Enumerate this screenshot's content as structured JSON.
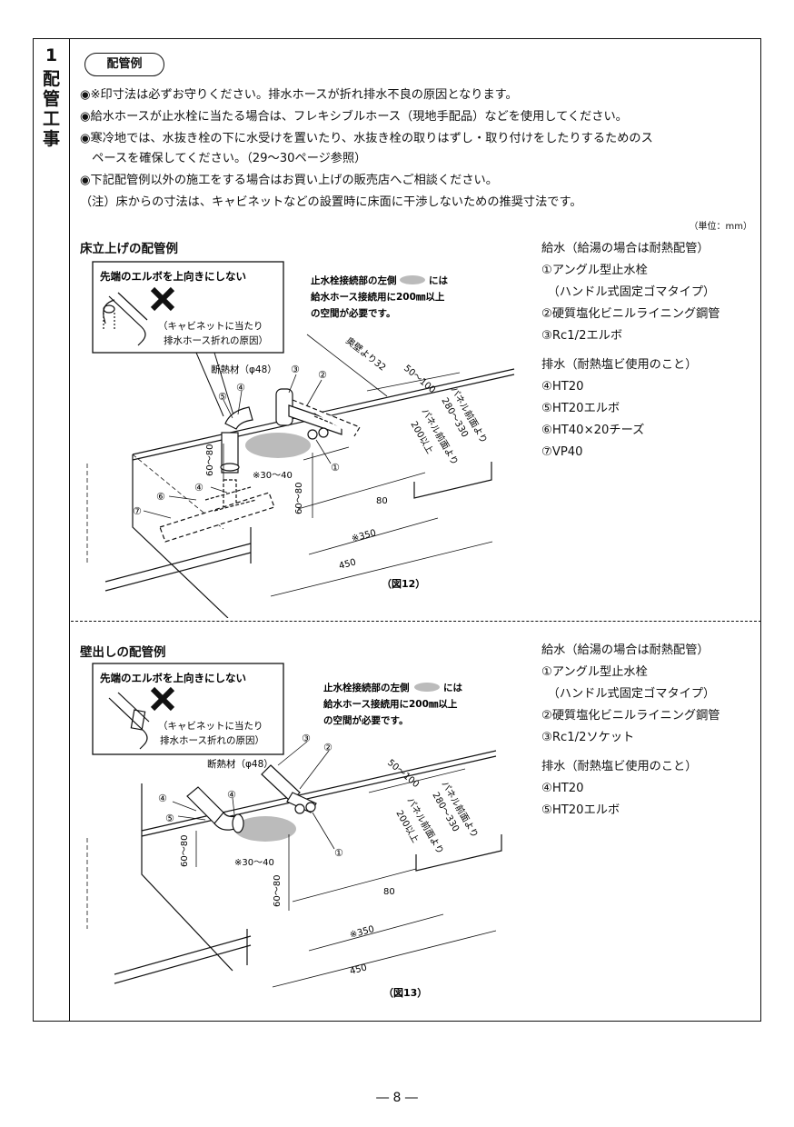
{
  "section": {
    "number": "1",
    "title_chars": [
      "配",
      "管",
      "工",
      "事"
    ]
  },
  "heading": "配管例",
  "notes": [
    "◉※印寸法は必ずお守りください。排水ホースが折れ排水不良の原因となります。",
    "◉給水ホースが止水栓に当たる場合は、フレキシブルホース（現地手配品）などを使用してください。",
    "◉寒冷地では、水抜き栓の下に水受けを置いたり、水抜き栓の取りはずし・取り付けをしたりするためのス",
    "　ペースを確保してください。（29～30ページ参照）",
    "◉下記配管例以外の施工をする場合はお買い上げの販売店へご相談ください。",
    "（注）床からの寸法は、キャビネットなどの設置時に床面に干渉しないための推奨寸法です。"
  ],
  "unit": "（単位：mm）",
  "fig12": {
    "title": "床立上げの配管例",
    "warning_title": "先端のエルボを上向きにしない",
    "warning_note": [
      "（キャビネットに当たり",
      "排水ホース折れの原因）"
    ],
    "space_note": [
      "止水栓接続部の左側",
      "には",
      "給水ホース接続用に200㎜以上",
      "の空間が必要です。"
    ],
    "insulation": "断熱材（φ48）",
    "dims": {
      "d1": "奥壁より32",
      "d2": "50～100",
      "d3": "パネル前面より",
      "d4": "280～330",
      "d5": "パネル前面より",
      "d6": "200以上",
      "d7": "60～80",
      "d8": "※30～40",
      "d9": "60～80",
      "d10": "80",
      "d11": "※350",
      "d12": "450"
    },
    "caption": "（図12）",
    "labels": [
      "①",
      "②",
      "③",
      "④",
      "⑤",
      "⑥",
      "⑦"
    ],
    "legend_supply": [
      "給水（給湯の場合は耐熱配管）",
      "①アングル型止水栓",
      "　（ハンドル式固定ゴマタイプ）",
      "②硬質塩化ビニルライニング鋼管",
      "③Rc1/2エルボ"
    ],
    "legend_drain": [
      "排水（耐熱塩ビ使用のこと）",
      "④HT20",
      "⑤HT20エルボ",
      "⑥HT40×20チーズ",
      "⑦VP40"
    ]
  },
  "fig13": {
    "title": "壁出しの配管例",
    "warning_title": "先端のエルボを上向きにしない",
    "warning_note": [
      "（キャビネットに当たり",
      "排水ホース折れの原因）"
    ],
    "space_note": [
      "止水栓接続部の左側",
      "には",
      "給水ホース接続用に200㎜以上",
      "の空間が必要です。"
    ],
    "insulation": "断熱材（φ48）",
    "dims": {
      "d2": "50～100",
      "d3": "パネル前面より",
      "d4": "280～330",
      "d5": "パネル前面より",
      "d6": "200以上",
      "d7": "60～80",
      "d8": "※30～40",
      "d9": "60～80",
      "d10": "80",
      "d11": "※350",
      "d12": "450"
    },
    "caption": "（図13）",
    "labels": [
      "①",
      "②",
      "③",
      "④",
      "⑤"
    ],
    "legend_supply": [
      "給水（給湯の場合は耐熱配管）",
      "①アングル型止水栓",
      "　（ハンドル式固定ゴマタイプ）",
      "②硬質塩化ビニルライニング鋼管",
      "③Rc1/2ソケット"
    ],
    "legend_drain": [
      "排水（耐熱塩ビ使用のこと）",
      "④HT20",
      "⑤HT20エルボ"
    ]
  },
  "page_number": "― 8 ―"
}
